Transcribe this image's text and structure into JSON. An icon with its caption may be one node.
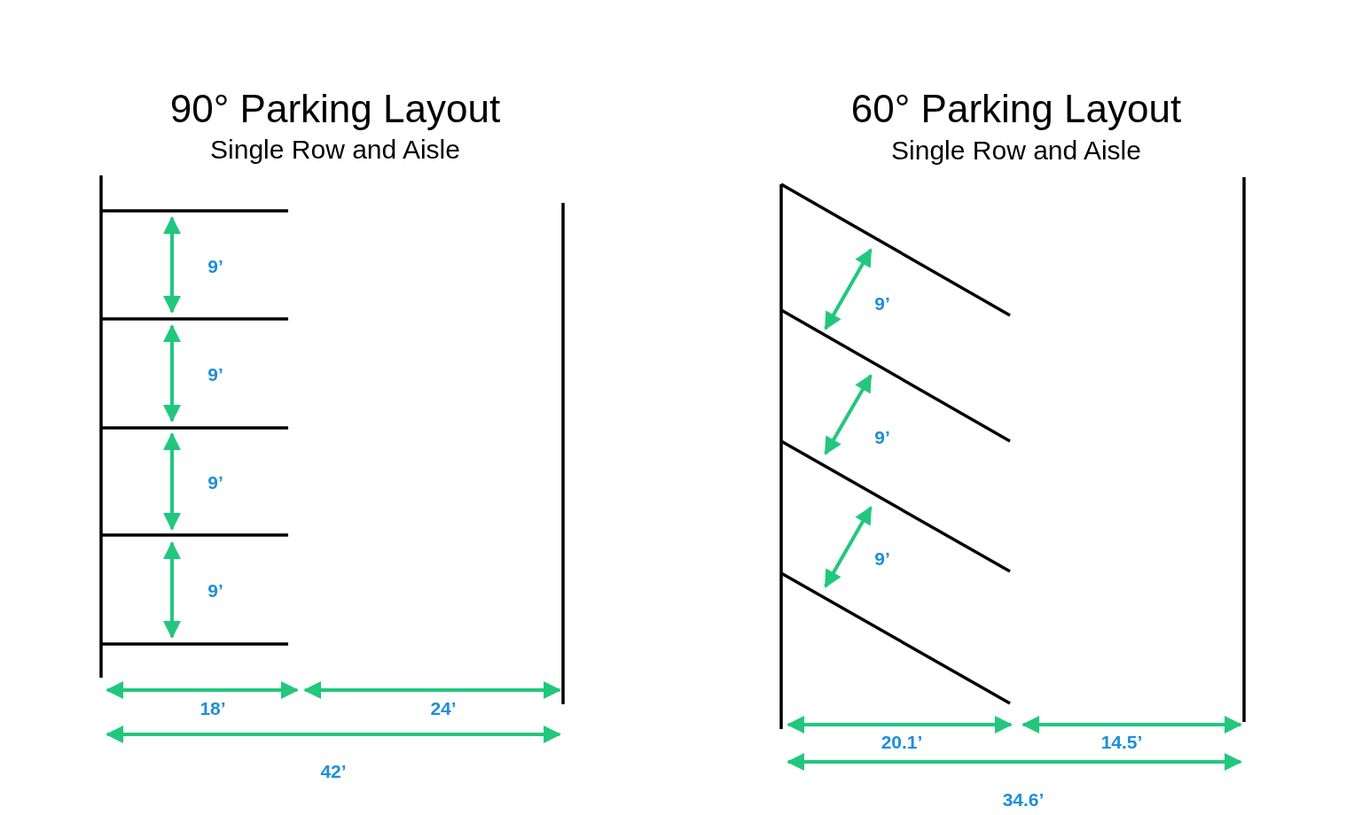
{
  "diagram": {
    "labels": [
      "90° Parking Layout",
      "Single Row and Aisle",
      "9’",
      "9’",
      "9’",
      "9’",
      "18’",
      "24’",
      "42’",
      "60° Parking Layout",
      "Single Row and Aisle",
      "9’",
      "9’",
      "9’",
      "20.1’",
      "14.5’",
      "34.6’"
    ]
  }
}
